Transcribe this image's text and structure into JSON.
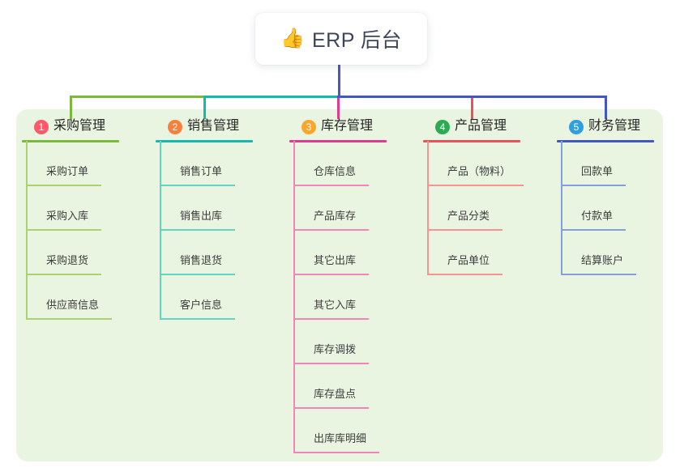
{
  "root": {
    "icon": "👍",
    "title": "ERP 后台"
  },
  "canvas_color": "#e9f5e1",
  "connector_color": "#4a58c6",
  "branches": [
    {
      "num": "1",
      "title": "采购管理",
      "badge_color": "#fa5a69",
      "main_color": "#7eb73d",
      "child_color": "#aad36f",
      "children": [
        "采购订单",
        "采购入库",
        "采购退货",
        "供应商信息"
      ]
    },
    {
      "num": "2",
      "title": "销售管理",
      "badge_color": "#f6813c",
      "main_color": "#14b8ac",
      "child_color": "#63d3c5",
      "children": [
        "销售订单",
        "销售出库",
        "销售退货",
        "客户信息"
      ]
    },
    {
      "num": "3",
      "title": "库存管理",
      "badge_color": "#f9a62a",
      "main_color": "#e23a90",
      "child_color": "#f085bb",
      "children": [
        "仓库信息",
        "产品库存",
        "其它出库",
        "其它入库",
        "库存调拨",
        "库存盘点",
        "出库库明细"
      ]
    },
    {
      "num": "4",
      "title": "产品管理",
      "badge_color": "#2cab52",
      "main_color": "#ef4f58",
      "child_color": "#f79390",
      "children": [
        "产品（物料）",
        "产品分类",
        "产品单位"
      ]
    },
    {
      "num": "5",
      "title": "财务管理",
      "badge_color": "#2e9fdf",
      "main_color": "#4257c4",
      "child_color": "#849fdc",
      "children": [
        "回款单",
        "付款单",
        "结算账户"
      ]
    }
  ]
}
